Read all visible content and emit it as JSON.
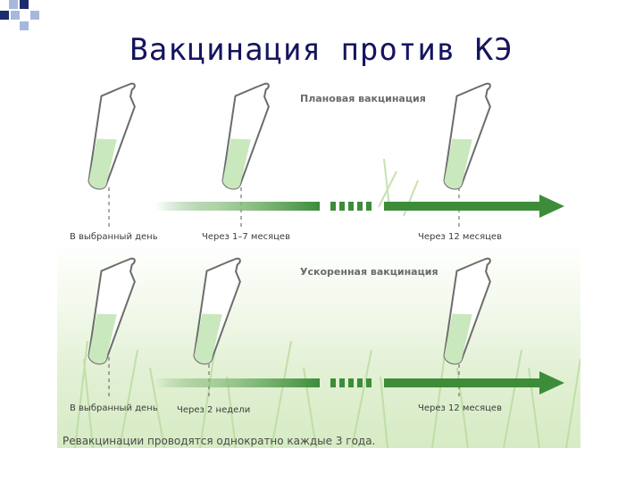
{
  "title": "Вакцинация против КЭ",
  "schedules": [
    {
      "name": "Плановая вакцинация",
      "steps": [
        "В выбранный день",
        "Через 1–7 месяцев",
        "Через 12 месяцев"
      ]
    },
    {
      "name": "Ускоренная вакцинация",
      "steps": [
        "В выбранный день",
        "Через 2 недели",
        "Через 12 месяцев"
      ]
    }
  ],
  "footer": "Ревакцинации проводятся однократно каждые 3 года.",
  "colors": {
    "title": "#141460",
    "bullet_dark": "#1c2c6c",
    "bullet_light": "#a8b8dc",
    "arrow": "#3d8c3a",
    "vial_fill": "#c9e8bd",
    "vial_outline": "#6c6c6c"
  }
}
